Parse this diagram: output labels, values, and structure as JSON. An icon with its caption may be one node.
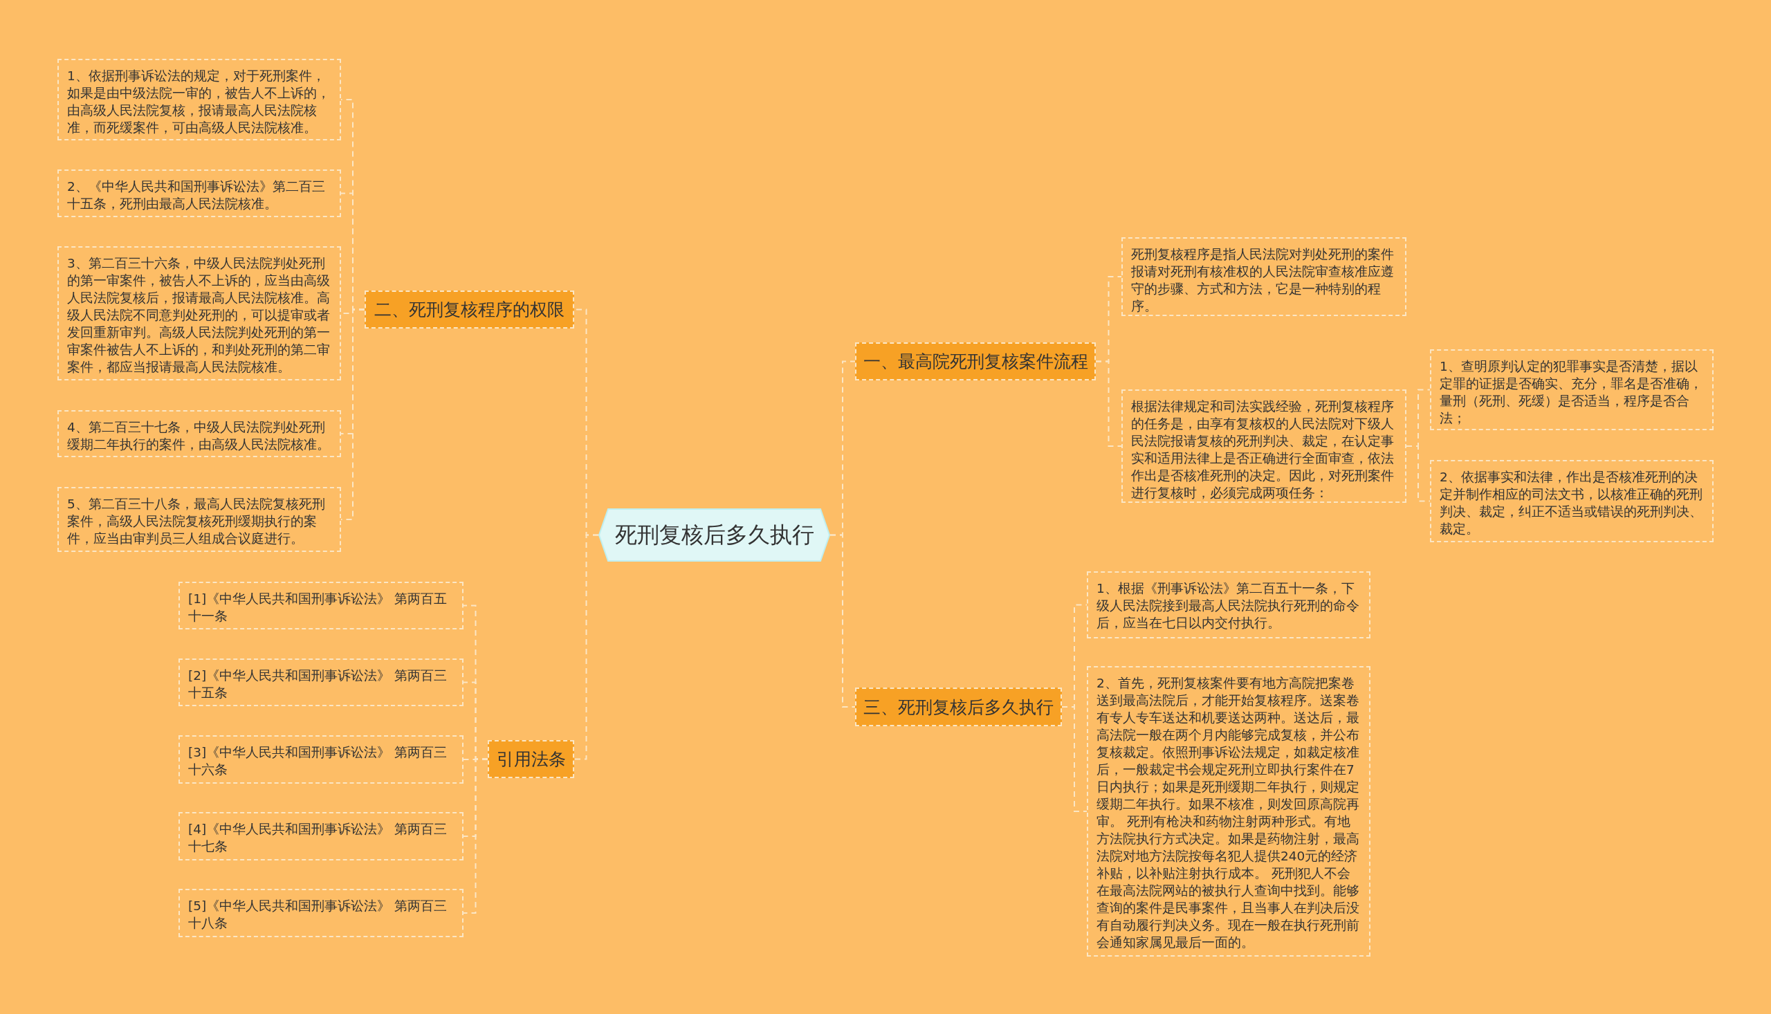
{
  "diagram": {
    "nodes": [
      {
        "text": [
          "死刑复核后多久执行"
        ]
      },
      {
        "text": [
          "一、最高院死刑复核案件流程"
        ]
      },
      {
        "text": [
          "死刑复核程序是指人民法院对判处死刑的案件报请对死刑有核准权的人民法院审查核准应遵守的步骤、方式和方法，它是一种特别的程序。"
        ]
      },
      {
        "text": [
          "根据法律规定和司法实践经验，死刑复核程序的任务是，由享有复核权的人民法院对下级人民法院报请复核的死刑判决、裁定，在认定事实和适用法律上是否正确进行全面审查，依法作出是否核准死刑的决定。因此，对死刑案件进行复核时，必须完成两项任务："
        ]
      },
      {
        "text": [
          "1、查明原判认定的犯罪事实是否清楚，据以定罪的证据是否确实、充分，罪名是否准确，量刑（死刑、死缓）是否适当，程序是否合法；"
        ]
      },
      {
        "text": [
          "2、依据事实和法律，作出是否核准死刑的决定并制作相应的司法文书，以核准正确的死刑判决、裁定，纠正不适当或错误的死刑判决、裁定。"
        ]
      },
      {
        "text": [
          "三、死刑复核后多久执行"
        ]
      },
      {
        "text": [
          "1、根据《刑事诉讼法》第二百五十一条，下级人民法院接到最高人民法院执行死刑的命令后，应当在七日以内交付执行。"
        ]
      },
      {
        "text": [
          "2、首先，死刑复核案件要有地方高院把案卷送到最高法院后，才能开始复核程序。送案卷有专人专车送达和机要送达两种。送达后，最高法院一般在两个月内能够完成复核，并公布复核裁定。依照刑事诉讼法规定，如裁定核准后，一般裁定书会规定死刑立即执行案件在7日内执行；如果是死刑缓期二年执行，则规定缓期二年执行。如果不核准，则发回原高院再审。 死刑有枪决和药物注射两种形式。有地方法院执行方式决定。如果是药物注射，最高法院对地方法院按每名犯人提供240元的经济补贴，以补贴注射执行成本。 死刑犯人不会在最高法院网站的被执行人查询中找到。能够查询的案件是民事案件，且当事人在判决后没有自动履行判决义务。现在一般在执行死刑前会通知家属见最后一面的。"
        ]
      },
      {
        "text": [
          "二、死刑复核程序的权限"
        ]
      },
      {
        "text": [
          "1、依据刑事诉讼法的规定，对于死刑案件，如果是由中级法院一审的，被告人不上诉的，由高级人民法院复核，报请最高人民法院核准，而死缓案件，可由高级人民法院核准。"
        ]
      },
      {
        "text": [
          "2、《中华人民共和国刑事诉讼法》第二百三十五条，死刑由最高人民法院核准。"
        ]
      },
      {
        "text": [
          "3、第二百三十六条，中级人民法院判处死刑的第一审案件，被告人不上诉的，应当由高级人民法院复核后，报请最高人民法院核准。高级人民法院不同意判处死刑的，可以提审或者发回重新审判。高级人民法院判处死刑的第一审案件被告人不上诉的，和判处死刑的第二审案件，都应当报请最高人民法院核准。"
        ]
      },
      {
        "text": [
          "4、第二百三十七条，中级人民法院判处死刑缓期二年执行的案件，由高级人民法院核准。"
        ]
      },
      {
        "text": [
          "5、第二百三十八条，最高人民法院复核死刑案件，高级人民法院复核死刑缓期执行的案件，应当由审判员三人组成合议庭进行。"
        ]
      },
      {
        "text": [
          "引用法条"
        ]
      },
      {
        "text": [
          "[1]《中华人民共和国刑事诉讼法》 第两百五十一条"
        ]
      },
      {
        "text": [
          "[2]《中华人民共和国刑事诉讼法》 第两百三十五条"
        ]
      },
      {
        "text": [
          "[3]《中华人民共和国刑事诉讼法》 第两百三十六条"
        ]
      },
      {
        "text": [
          "[4]《中华人民共和国刑事诉讼法》 第两百三十七条"
        ]
      },
      {
        "text": [
          "[5]《中华人民共和国刑事诉讼法》 第两百三十八条"
        ]
      }
    ],
    "edges": [
      {
        "from": 0,
        "to": 1,
        "arrow": "none",
        "style": "dashed"
      },
      {
        "from": 1,
        "to": 2,
        "arrow": "none",
        "style": "dashed"
      },
      {
        "from": 1,
        "to": 3,
        "arrow": "none",
        "style": "dashed"
      },
      {
        "from": 3,
        "to": 4,
        "arrow": "none",
        "style": "dashed"
      },
      {
        "from": 3,
        "to": 5,
        "arrow": "none",
        "style": "dashed"
      },
      {
        "from": 0,
        "to": 6,
        "arrow": "none",
        "style": "dashed"
      },
      {
        "from": 6,
        "to": 7,
        "arrow": "none",
        "style": "dashed"
      },
      {
        "from": 6,
        "to": 8,
        "arrow": "none",
        "style": "dashed"
      },
      {
        "from": 0,
        "to": 9,
        "arrow": "none",
        "style": "dashed"
      },
      {
        "from": 9,
        "to": 10,
        "arrow": "none",
        "style": "dashed"
      },
      {
        "from": 9,
        "to": 11,
        "arrow": "none",
        "style": "dashed"
      },
      {
        "from": 9,
        "to": 12,
        "arrow": "none",
        "style": "dashed"
      },
      {
        "from": 9,
        "to": 13,
        "arrow": "none",
        "style": "dashed"
      },
      {
        "from": 9,
        "to": 14,
        "arrow": "none",
        "style": "dashed"
      },
      {
        "from": 0,
        "to": 15,
        "arrow": "none",
        "style": "dashed"
      },
      {
        "from": 15,
        "to": 16,
        "arrow": "none",
        "style": "dashed"
      },
      {
        "from": 15,
        "to": 17,
        "arrow": "none",
        "style": "dashed"
      },
      {
        "from": 15,
        "to": 18,
        "arrow": "none",
        "style": "dashed"
      },
      {
        "from": 15,
        "to": 19,
        "arrow": "none",
        "style": "dashed"
      },
      {
        "from": 15,
        "to": 20,
        "arrow": "none",
        "style": "dashed"
      }
    ]
  }
}
